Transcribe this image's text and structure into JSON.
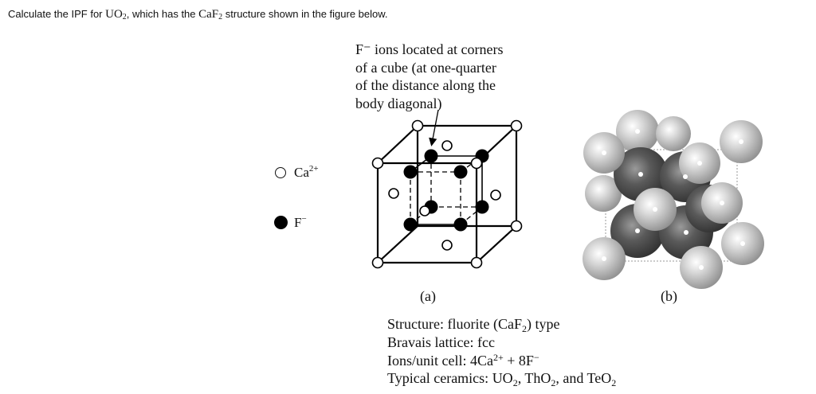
{
  "question": {
    "before": "Calculate the IPF for ",
    "uo": "UO",
    "uo_sub": "2",
    "middle": ", which has the ",
    "caf": "CaF",
    "caf_sub": "2",
    "after": " structure shown in the figure below."
  },
  "figure": {
    "annotation": [
      "F⁻ ions located at corners",
      "of a cube (at one-quarter",
      "of the distance along the",
      "body diagonal)"
    ],
    "legend": {
      "ca_label": "Ca",
      "ca_charge": "2+",
      "f_label": "F",
      "f_charge": "−"
    },
    "caption_a": "(a)",
    "caption_b": "(b)",
    "structure": {
      "label": "Structure:",
      "value": "fluorite (CaF",
      "sub": "2",
      "tail": ") type"
    },
    "bravais": {
      "label": "Bravais lattice:",
      "value": "fcc"
    },
    "ions": {
      "label": "Ions/unit cell:",
      "value": "4Ca",
      "sup": "2+",
      "tail": " + 8F",
      "sup2": "−"
    },
    "ceramics": {
      "label": "Typical ceramics:",
      "uo": "UO",
      "uo_sub": "2",
      "th": ", ThO",
      "th_sub": "2",
      "and": ", and TeO",
      "te_sub": "2"
    },
    "colors": {
      "ca_sphere": "#c4c4c4",
      "f_sphere": "#505050",
      "line": "#000000"
    }
  }
}
